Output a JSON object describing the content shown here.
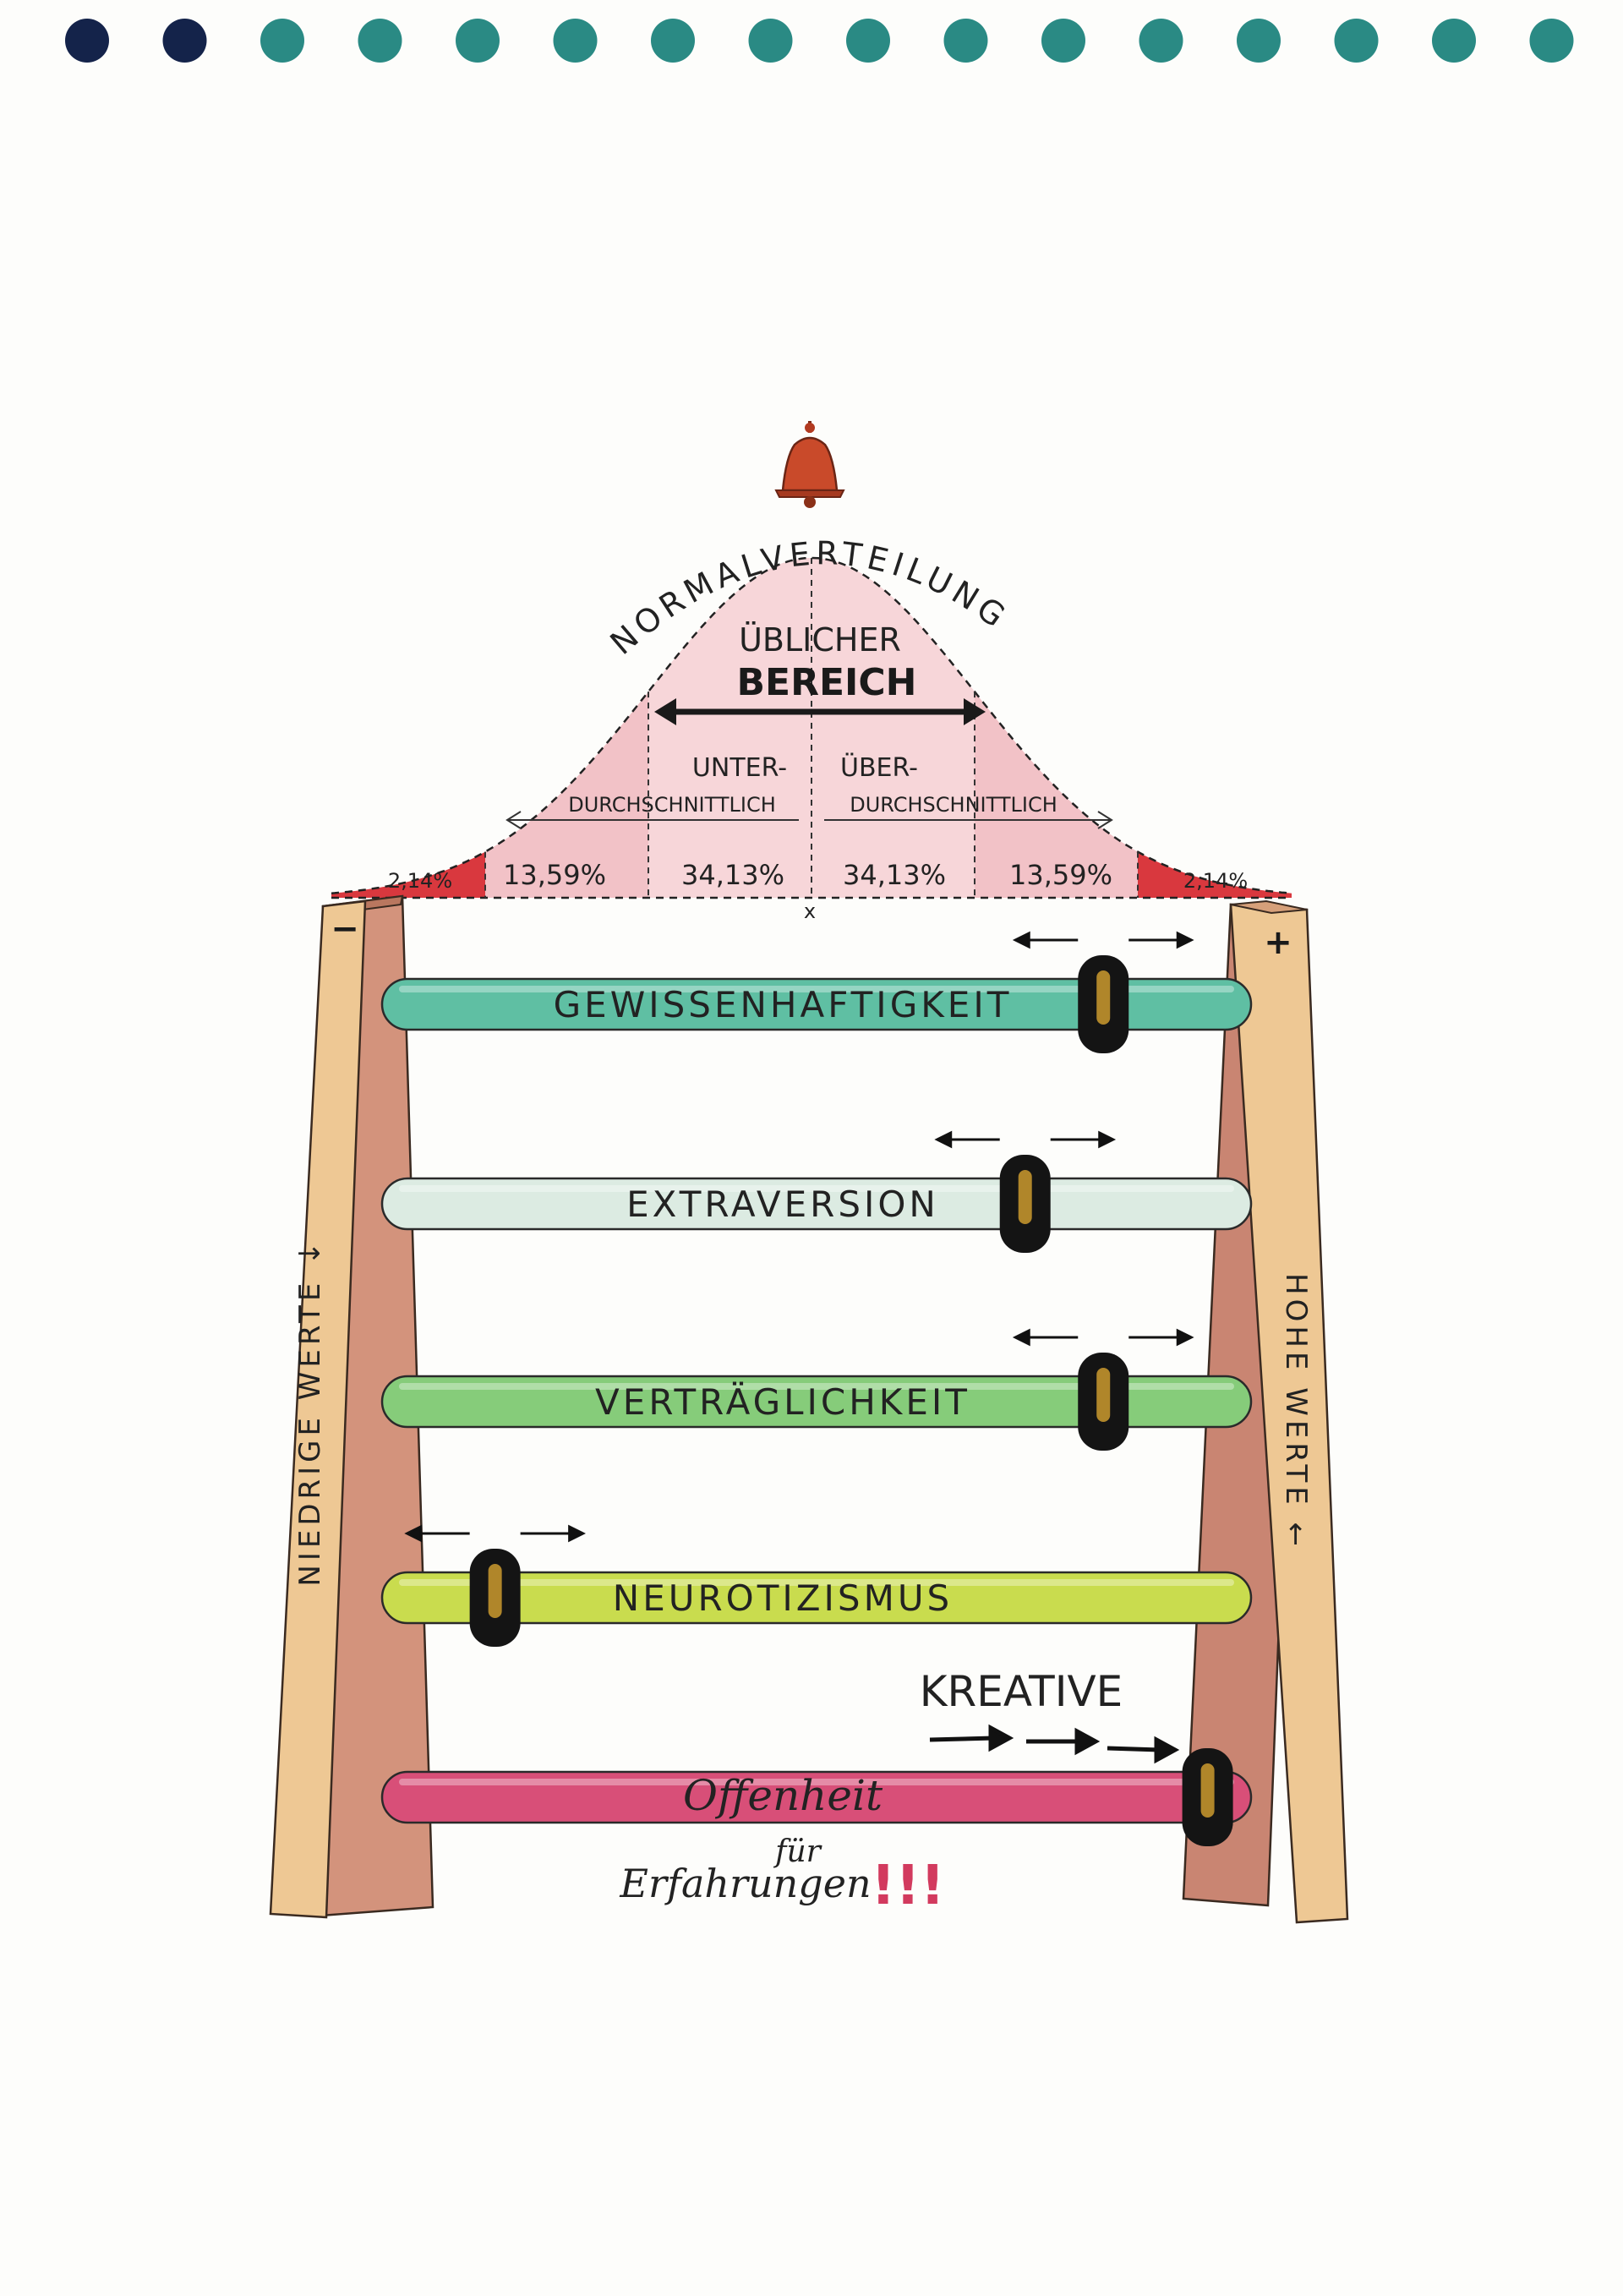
{
  "curve": {
    "title": "NORMALVERTEILUNG",
    "range_label_top": "ÜBLICHER",
    "range_label_bottom": "BEREICH",
    "below_average_top": "UNTER-",
    "below_average_bottom": "DURCHSCHNITTLICH",
    "above_average_top": "ÜBER-",
    "above_average_bottom": "DURCHSCHNITTLICH",
    "mean_marker": "x",
    "percentages": [
      "2,14%",
      "13,59%",
      "34,13%",
      "34,13%",
      "13,59%",
      "2,14%"
    ]
  },
  "frame": {
    "minus_sign": "−",
    "plus_sign": "+",
    "left_label": "NIEDRIGE WERTE ↓",
    "right_label": "HOHE WERTE ←"
  },
  "traits": [
    {
      "label": "GEWISSENHAFTIGKEIT",
      "bead_position": 0.83,
      "color": "#5fbfa3"
    },
    {
      "label": "EXTRAVERSION",
      "bead_position": 0.74,
      "color": "#dcebe2"
    },
    {
      "label": "VERTRÄGLICHKEIT",
      "bead_position": 0.83,
      "color": "#86cc7a"
    },
    {
      "label": "NEUROTIZISMUS",
      "bead_position": 0.13,
      "color": "#c9dc4e"
    },
    {
      "label": "Offenheit",
      "bead_position": 0.95,
      "color": "#d84f78"
    }
  ],
  "annotation": {
    "kreative": "KREATIVE",
    "fuer": "für",
    "erfahrungen": "Erfahrungen",
    "exclaim": "!!!"
  },
  "colors": {
    "curve_fill": "#f2c2c7",
    "curve_center": "#f7d6d9",
    "tail_red": "#d9383e",
    "post_light": "#edc48e",
    "post_dark": "#c98572",
    "bead": "#141414",
    "bell": "#c94a2a",
    "spiral_dots": "#2a8a84"
  }
}
